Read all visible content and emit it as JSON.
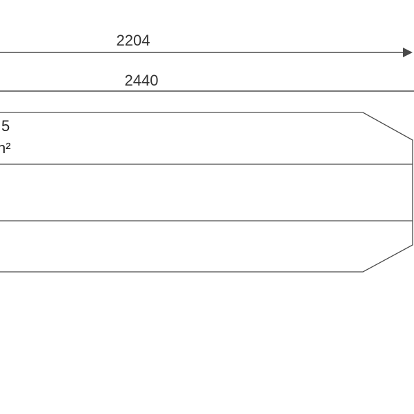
{
  "dimensions": {
    "inner_length": "2204",
    "total_length": "2440"
  },
  "panel": {
    "label_line1": "5",
    "label_line2": "n²"
  },
  "colors": {
    "line": "#4a4a4a",
    "text": "#333333",
    "background": "#ffffff"
  }
}
